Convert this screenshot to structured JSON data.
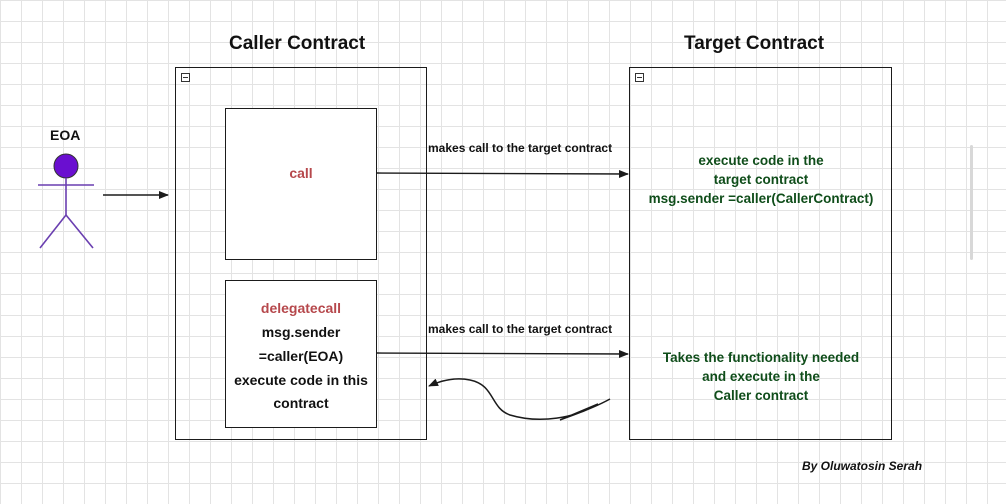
{
  "caller": {
    "title": "Caller Contract"
  },
  "target": {
    "title": "Target Contract"
  },
  "eoa": {
    "label": "EOA",
    "color": "#6a0fd0"
  },
  "call_box": {
    "label": "call"
  },
  "delegate_box": {
    "title": "delegatecall",
    "lines": [
      "msg.sender",
      "=caller(EOA)",
      "execute code in this",
      "contract"
    ]
  },
  "arrows": {
    "top_label": "makes call to the target contract",
    "bottom_label": "makes call to the target contract"
  },
  "target_top": {
    "lines": [
      "execute code in the",
      "target contract",
      "msg.sender =caller(CallerContract)"
    ]
  },
  "target_bottom": {
    "lines": [
      "Takes the functionality needed",
      "and execute in the",
      "Caller contract"
    ]
  },
  "author": "By Oluwatosin Serah",
  "colors": {
    "red_text": "#b6484c",
    "green_text": "#0f4d1a",
    "stroke": "#1b1b1b"
  }
}
